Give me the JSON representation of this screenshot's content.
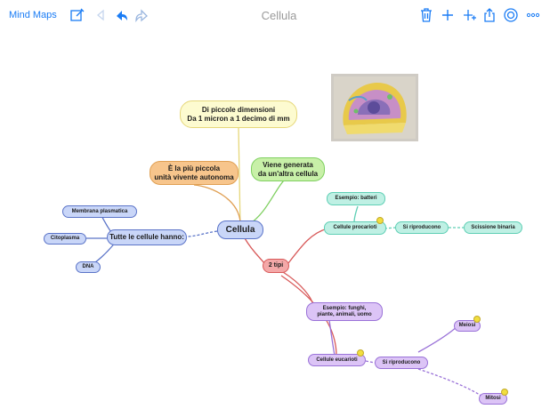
{
  "toolbar": {
    "back_label": "Mind Maps",
    "title": "Cellula",
    "icons": [
      "edit-icon",
      "undo-disabled-icon",
      "undo-icon",
      "redo-icon",
      "trash-icon",
      "add-icon",
      "add-child-icon",
      "share-icon",
      "style-icon",
      "more-icon"
    ],
    "accent": "#1a7cf5"
  },
  "map": {
    "root": "Cellula",
    "top_node": "Di piccole dimensioni\nDa 1 micron a 1 decimo di mm",
    "orange_node": "È la più piccola\nunità vivente autonoma",
    "green_node": "Viene generata\nda un'altra cellula",
    "all_cells": "Tutte le cellule hanno:",
    "membrane": "Membrana plasmatica",
    "cytoplasm": "Citoplasma",
    "dna": "DNA",
    "two_types": "2 tipi",
    "prokaryotes": "Cellule procarioti",
    "bacteria_example": "Esempio: batteri",
    "prok_reproduce": "Si riproducono",
    "binary_fission": "Scissione binaria",
    "eukaryotes_example": "Esempio: funghi,\npiante, animali, uomo",
    "eukaryotes": "Cellule eucarioti",
    "euk_reproduce": "Si riproducono",
    "meiosis": "Meiosi",
    "mitosis": "Mitosi",
    "colors": {
      "root": "#c9d6f8",
      "blue": "#c9d6f8",
      "blue_border": "#5b74c8",
      "yellow": "#fdfbd0",
      "yellow_border": "#e6d77a",
      "orange": "#f7c58c",
      "orange_border": "#e0a054",
      "green": "#c8f0a8",
      "green_border": "#7fd060",
      "red": "#f4a8a8",
      "red_border": "#d85a5a",
      "teal": "#bff0e4",
      "teal_border": "#5fcfb5",
      "purple": "#dcc4f6",
      "purple_border": "#9a72d8"
    }
  }
}
